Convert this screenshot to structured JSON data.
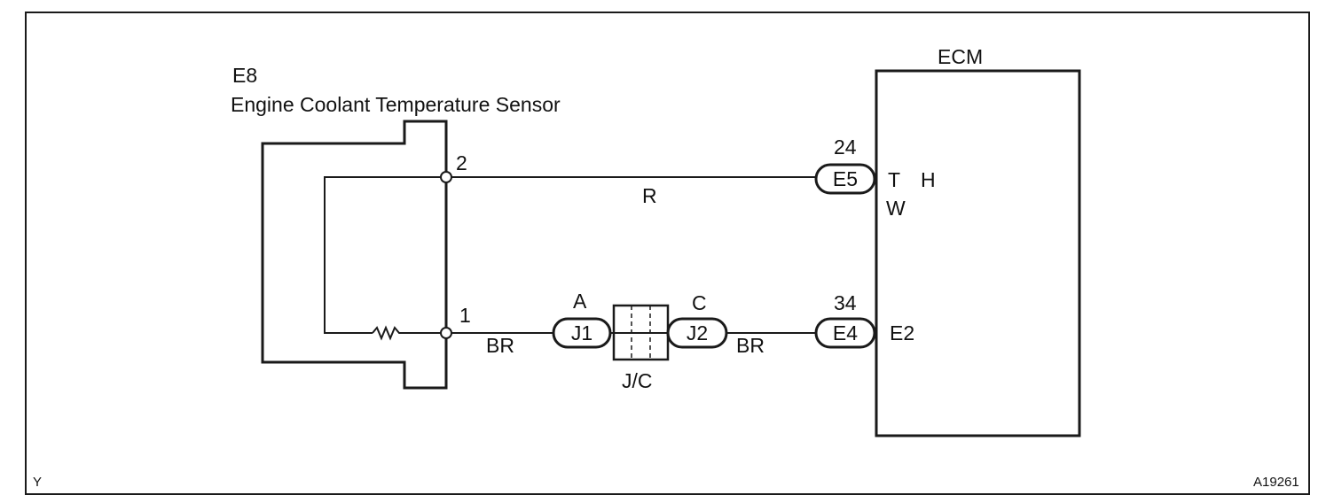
{
  "sensor": {
    "id": "E8",
    "name": "Engine Coolant Temperature Sensor",
    "pin_top": "2",
    "pin_bottom": "1"
  },
  "ecm": {
    "label": "ECM",
    "thw_label": [
      "T",
      "H",
      "W"
    ],
    "e2_label": "E2"
  },
  "wires": {
    "top_color": "R",
    "bottom_left_color": "BR",
    "bottom_right_color": "BR"
  },
  "connectors": {
    "e5": {
      "label": "E5",
      "pin": "24"
    },
    "e4": {
      "label": "E4",
      "pin": "34"
    },
    "j1": {
      "label": "J1",
      "side": "A"
    },
    "j2": {
      "label": "J2",
      "side": "C"
    },
    "jc": {
      "label": "J/C"
    }
  },
  "footer": {
    "left_code": "Y",
    "figure_id": "A19261"
  }
}
